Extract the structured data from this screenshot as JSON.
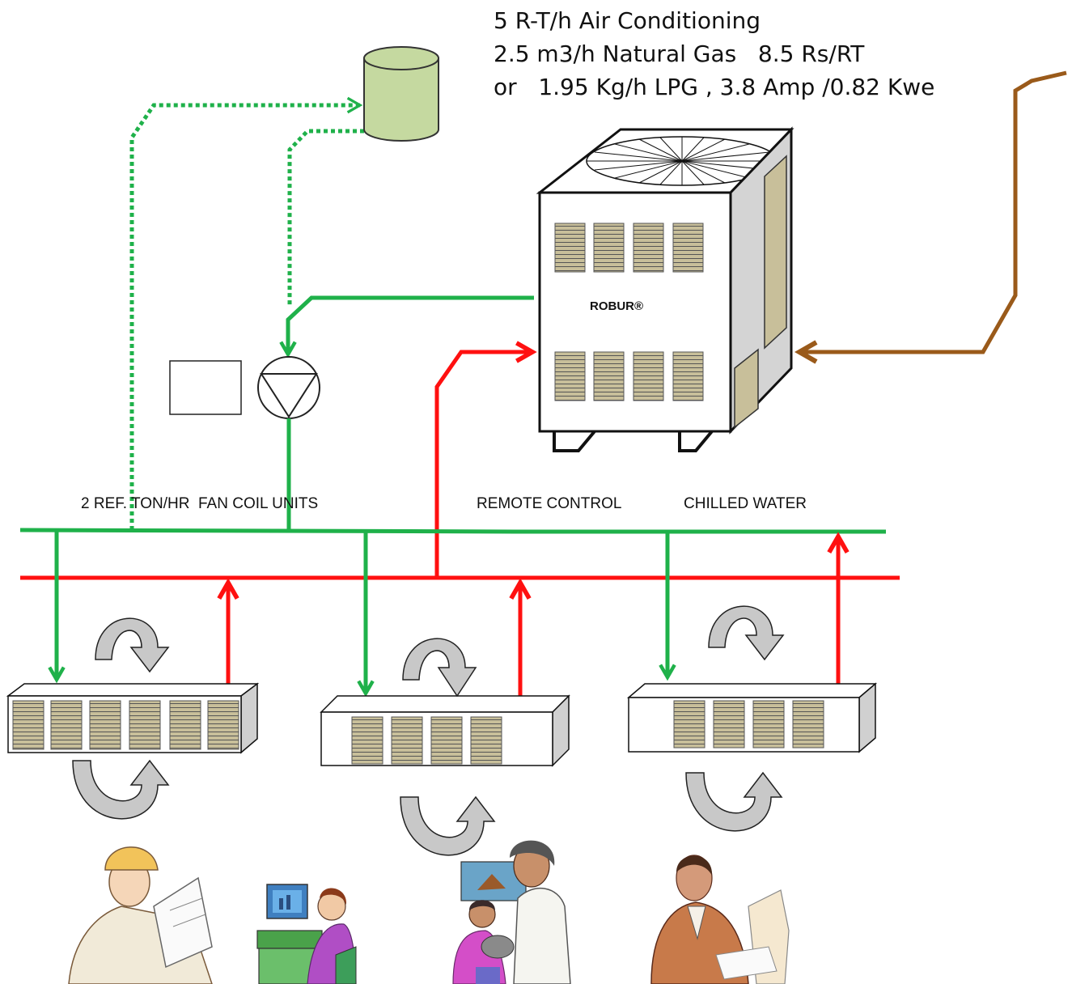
{
  "specs": {
    "line1": "5 R-T/h Air Conditioning",
    "line2": "2.5 m3/h Natural Gas   8.5 Rs/RT",
    "line3": "or   1.95 Kg/h LPG , 3.8 Amp /0.82 Kwe"
  },
  "unit": {
    "brand": "ROBUR®"
  },
  "labels": {
    "fan_coil": "2 REF. TON/HR  FAN COIL UNITS",
    "remote_control": "REMOTE CONTROL",
    "chilled_water": "CHILLED WATER"
  },
  "colors": {
    "supply_line": "#1fb14a",
    "return_line": "#ff1010",
    "gas_line": "#9a5a1a",
    "tank": "#c5d9a0",
    "grille": "#c8bf9a",
    "arrow_fill": "#c8c8c8"
  }
}
